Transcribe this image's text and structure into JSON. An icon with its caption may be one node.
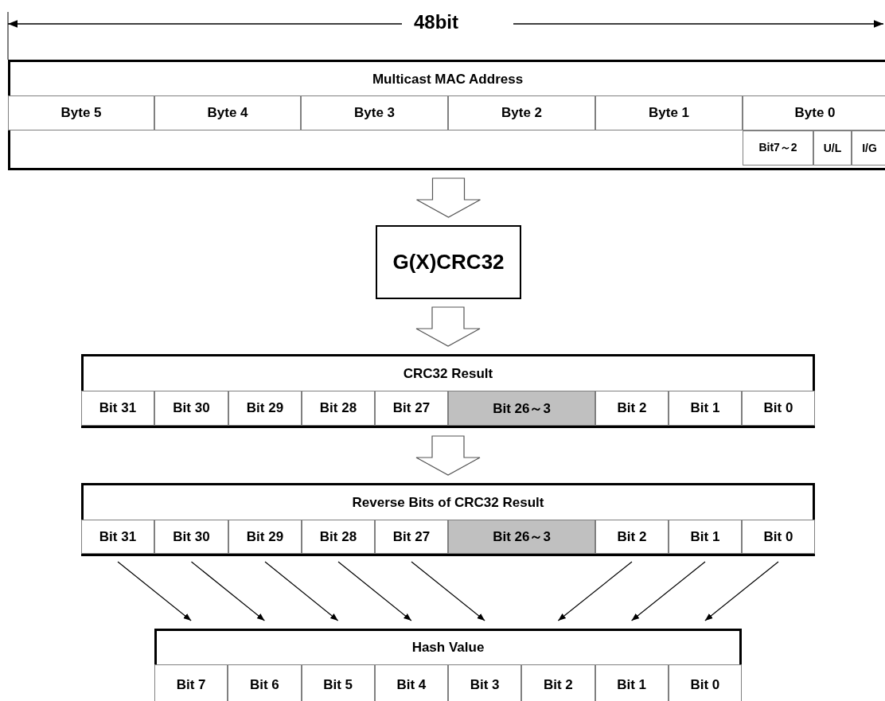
{
  "diagram": {
    "nodes": [
      {
        "text": [
          "Multicast MAC Address"
        ]
      },
      {
        "text": [
          "Byte 5"
        ],
        "in": 0
      },
      {
        "text": [
          "Byte 4"
        ],
        "in": 0
      },
      {
        "text": [
          "Byte 3"
        ],
        "in": 0
      },
      {
        "text": [
          "Byte 2"
        ],
        "in": 0
      },
      {
        "text": [
          "Byte 1"
        ],
        "in": 0
      },
      {
        "text": [
          "Byte 0"
        ],
        "in": 0
      },
      {
        "text": [
          "Bit7～2"
        ],
        "in": 0
      },
      {
        "text": [
          "U/L"
        ],
        "in": 0
      },
      {
        "text": [
          "I/G"
        ],
        "in": 0
      },
      {
        "text": [
          "G(X)CRC32"
        ]
      },
      {
        "text": [
          "CRC32 Result"
        ]
      },
      {
        "text": [
          "Bit 31"
        ],
        "in": 11
      },
      {
        "text": [
          "Bit 30"
        ],
        "in": 11
      },
      {
        "text": [
          "Bit 29"
        ],
        "in": 11
      },
      {
        "text": [
          "Bit 28"
        ],
        "in": 11
      },
      {
        "text": [
          "Bit 27"
        ],
        "in": 11
      },
      {
        "text": [
          "Bit 26～3"
        ],
        "in": 11
      },
      {
        "text": [
          "Bit 2"
        ],
        "in": 11
      },
      {
        "text": [
          "Bit 1"
        ],
        "in": 11
      },
      {
        "text": [
          "Bit 0"
        ],
        "in": 11
      },
      {
        "text": [
          "Reverse Bits of CRC32 Result"
        ]
      },
      {
        "text": [
          "Bit 31"
        ],
        "in": 21
      },
      {
        "text": [
          "Bit 30"
        ],
        "in": 21
      },
      {
        "text": [
          "Bit 29"
        ],
        "in": 21
      },
      {
        "text": [
          "Bit 28"
        ],
        "in": 21
      },
      {
        "text": [
          "Bit 27"
        ],
        "in": 21
      },
      {
        "text": [
          "Bit 26～3"
        ],
        "in": 21
      },
      {
        "text": [
          "Bit 2"
        ],
        "in": 21
      },
      {
        "text": [
          "Bit 1"
        ],
        "in": 21
      },
      {
        "text": [
          "Bit 0"
        ],
        "in": 21
      },
      {
        "text": [
          "Hash Value"
        ]
      },
      {
        "text": [
          "Bit 7"
        ],
        "in": 31
      },
      {
        "text": [
          "Bit 6"
        ],
        "in": 31
      },
      {
        "text": [
          "Bit 5"
        ],
        "in": 31
      },
      {
        "text": [
          "Bit 4"
        ],
        "in": 31
      },
      {
        "text": [
          "Bit 3"
        ],
        "in": 31
      },
      {
        "text": [
          "Bit 2"
        ],
        "in": 31
      },
      {
        "text": [
          "Bit 1"
        ],
        "in": 31
      },
      {
        "text": [
          "Bit 0"
        ],
        "in": 31
      }
    ],
    "edges": [
      {
        "from": 0,
        "to": 10,
        "arrow": "to",
        "style": "thick"
      },
      {
        "from": 10,
        "to": 11,
        "arrow": "to",
        "style": "thick"
      },
      {
        "from": 11,
        "to": 21,
        "arrow": "to",
        "style": "thick"
      },
      {
        "from": 22,
        "to": 32,
        "arrow": "to"
      },
      {
        "from": 23,
        "to": 33,
        "arrow": "to"
      },
      {
        "from": 24,
        "to": 34,
        "arrow": "to"
      },
      {
        "from": 25,
        "to": 35,
        "arrow": "to"
      },
      {
        "from": 26,
        "to": 36,
        "arrow": "to"
      },
      {
        "from": 28,
        "to": 37,
        "arrow": "to"
      },
      {
        "from": 29,
        "to": 38,
        "arrow": "to"
      },
      {
        "from": 30,
        "to": 39,
        "arrow": "to"
      }
    ],
    "labels": [
      "48bit"
    ]
  }
}
